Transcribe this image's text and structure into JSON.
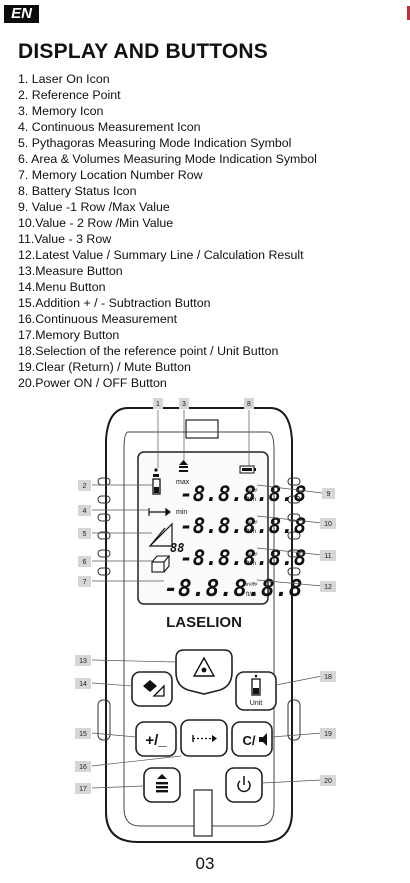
{
  "badge": "EN",
  "heading": "DISPLAY AND BUTTONS",
  "items": [
    "1. Laser On Icon",
    "2. Reference Point",
    "3. Memory Icon",
    "4. Continuous Measurement Icon",
    "5. Pythagoras Measuring Mode Indication Symbol",
    "6. Area & Volumes Measuring Mode Indication Symbol",
    "7. Memory Location Number Row",
    "8. Battery Status Icon",
    "9. Value -1 Row /Max Value",
    "10.Value - 2 Row /Min Value",
    "11.Value - 3 Row",
    "12.Latest Value / Summary Line / Calculation Result",
    "13.Measure Button",
    "14.Menu Button",
    "15.Addition + / - Subtraction Button",
    "16.Continuous Measurement",
    "17.Memory Button",
    "18.Selection of the reference point / Unit Button",
    "19.Clear (Return) / Mute Button",
    "20.Power ON / OFF Button"
  ],
  "callouts": [
    "1",
    "2",
    "3",
    "4",
    "5",
    "6",
    "7",
    "8",
    "9",
    "10",
    "11",
    "12",
    "13",
    "14",
    "15",
    "16",
    "17",
    "18",
    "19",
    "20"
  ],
  "display": {
    "max_label": "max",
    "min_label": "min",
    "digits": "-8.8.8.8.8",
    "memory_digits": "88",
    "unit_top": "in²/ft²",
    "unit_bottom": "ft/m"
  },
  "brand": "LASELION",
  "unit_button_label": "Unit",
  "plus_minus_label": "+/_",
  "clear_label": "C/",
  "page_number": "03"
}
